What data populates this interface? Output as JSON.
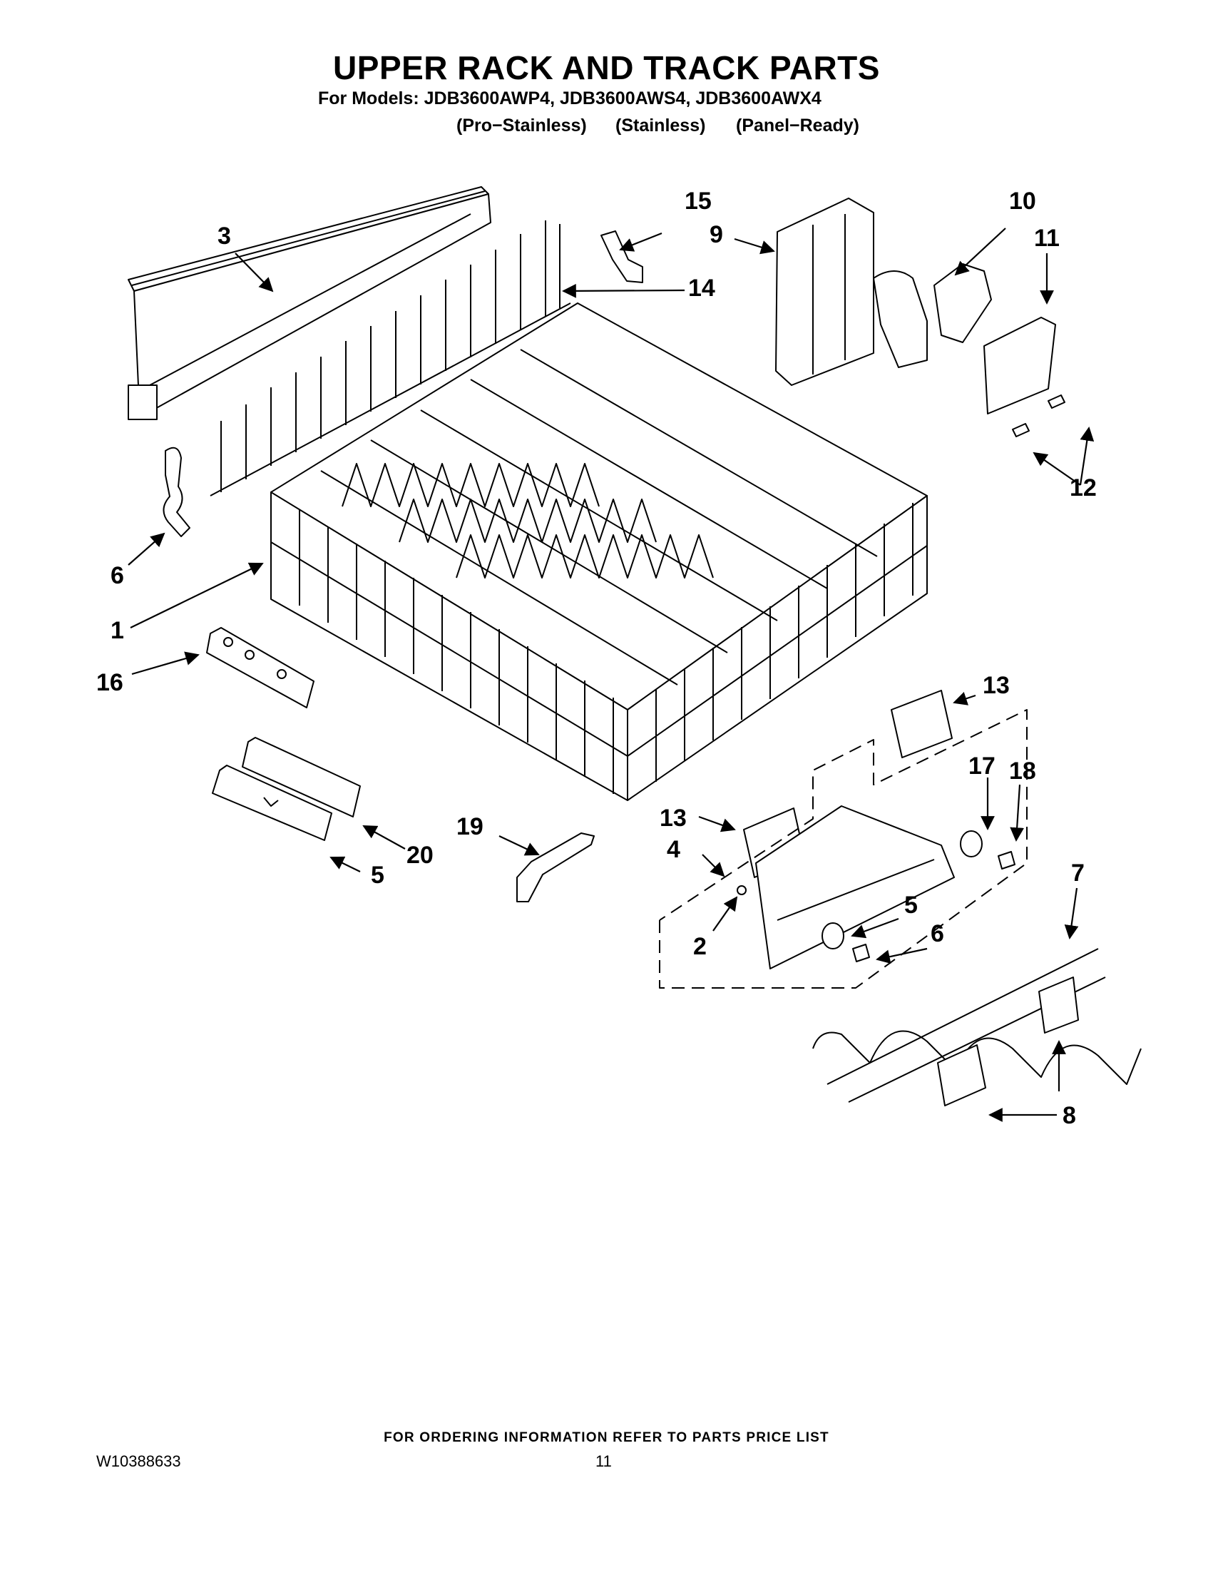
{
  "header": {
    "title": "UPPER RACK AND TRACK PARTS",
    "models_line": "For Models: JDB3600AWP4, JDB3600AWS4, JDB3600AWX4",
    "variants": [
      "(Pro−Stainless)",
      "(Stainless)",
      "(Panel−Ready)"
    ]
  },
  "callouts": {
    "c1": "1",
    "c2": "2",
    "c3": "3",
    "c4": "4",
    "c5a": "5",
    "c5b": "5",
    "c6a": "6",
    "c6b": "6",
    "c7": "7",
    "c8": "8",
    "c9": "9",
    "c10": "10",
    "c11": "11",
    "c12": "12",
    "c13a": "13",
    "c13b": "13",
    "c14": "14",
    "c15": "15",
    "c16": "16",
    "c17": "17",
    "c18": "18",
    "c19": "19",
    "c20": "20"
  },
  "footer": {
    "ordering_note": "FOR ORDERING INFORMATION REFER TO PARTS PRICE LIST",
    "document_number": "W10388633",
    "page_number": "11"
  }
}
